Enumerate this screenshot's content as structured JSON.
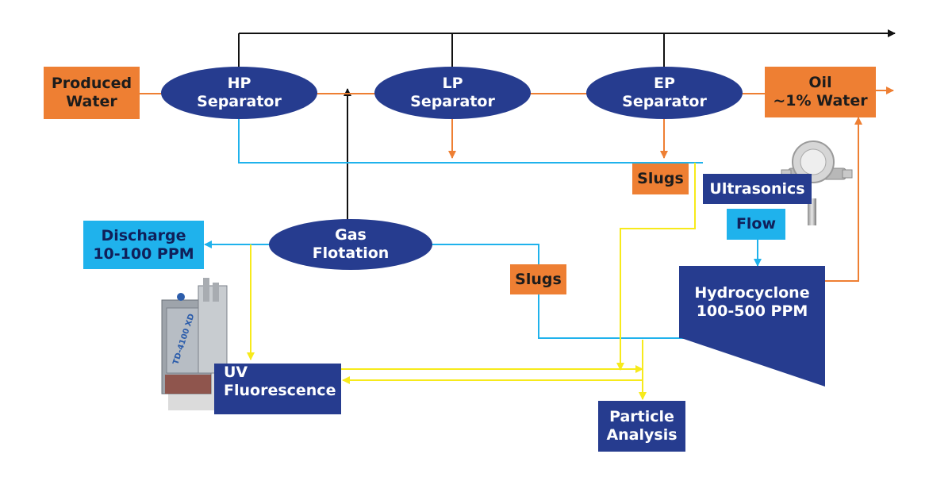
{
  "colors": {
    "orange": "#ee7f33",
    "navy": "#263c8f",
    "cyan": "#1fb2ec",
    "yellow": "#f7ea1b",
    "black": "#111111"
  },
  "nodes": {
    "produced_water": {
      "line1": "Produced",
      "line2": "Water"
    },
    "hp_separator": {
      "line1": "HP",
      "line2": "Separator"
    },
    "lp_separator": {
      "line1": "LP",
      "line2": "Separator"
    },
    "ep_separator": {
      "line1": "EP",
      "line2": "Separator"
    },
    "oil": {
      "line1": "Oil",
      "line2": "~1% Water"
    },
    "slugs_top": {
      "label": "Slugs"
    },
    "ultrasonics": {
      "label": "Ultrasonics"
    },
    "flow": {
      "label": "Flow"
    },
    "discharge": {
      "line1": "Discharge",
      "line2": "10-100 PPM"
    },
    "gas_flotation": {
      "line1": "Gas",
      "line2": "Flotation"
    },
    "slugs_mid": {
      "label": "Slugs"
    },
    "hydrocyclone": {
      "line1": "Hydrocyclone",
      "line2": "100-500 PPM"
    },
    "uv_fluorescence": {
      "line1": "UV",
      "line2": "Fluorescence"
    },
    "particle_analysis": {
      "line1": "Particle",
      "line2": "Analysis"
    }
  },
  "devices": {
    "analyzer_label": "TD-4100 XD"
  }
}
